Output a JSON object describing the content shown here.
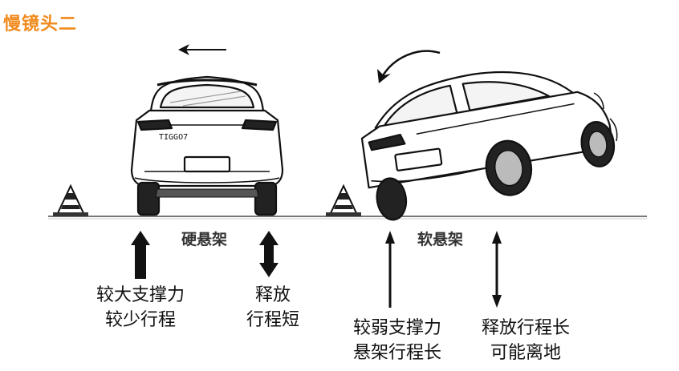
{
  "title": "慢镜头二",
  "colors": {
    "title": "#f08a1c",
    "ink": "#111111",
    "ground": "#777777",
    "cone_orange": "#e8e8e8"
  },
  "left": {
    "label": "硬悬架",
    "caption_support": [
      "较大支撑力",
      "较少行程"
    ],
    "caption_release": [
      "释放",
      "行程短"
    ],
    "plate_text": "TIGGO7"
  },
  "right": {
    "label": "软悬架",
    "caption_support": [
      "较弱支撑力",
      "悬架行程长"
    ],
    "caption_release": [
      "释放行程长",
      "可能离地"
    ]
  },
  "icons": [
    "left-arrow-icon",
    "curved-arrow-icon",
    "traffic-cone-icon"
  ]
}
